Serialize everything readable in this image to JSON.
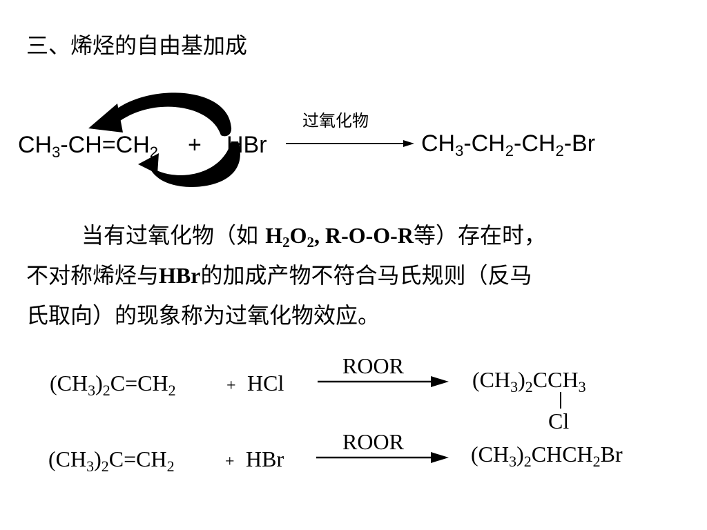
{
  "slide": {
    "title": "三、烯烃的自由基加成"
  },
  "reaction1": {
    "reactant_a": {
      "p1": "CH",
      "s1": "3",
      "p2": "-CH=CH",
      "s2": "2"
    },
    "plus": "+",
    "reactant_b": "HBr",
    "condition": "过氧化物",
    "product": {
      "p1": "CH",
      "s1": "3",
      "p2": "-CH",
      "s2": "2",
      "p3": "-CH",
      "s3": "2",
      "p4": "-Br"
    }
  },
  "paragraph": {
    "line1_a": "当有过氧化物（如",
    "line1_h": "H",
    "line1_h_sub": "2",
    "line1_o": "O",
    "line1_o_sub": "2",
    "line1_rest_bold": ", R-O-O-R",
    "line1_end": "等）存在时，",
    "line2_a": "不对称烯烃与",
    "line2_bold": "HBr",
    "line2_end": "的加成产物不符合马氏规则（反马",
    "line3": "氏取向）的现象称为过氧化物效应。"
  },
  "reaction2": {
    "reactant": {
      "p1": "(CH",
      "s1": "3",
      "p2": ")",
      "s2": "2",
      "p3": "C=CH",
      "s3": "2"
    },
    "plus": "+",
    "reagent": "HCl",
    "condition": "ROOR",
    "product": {
      "p1": "(CH",
      "s1": "3",
      "p2": ")",
      "s2": "2",
      "p3": "CCH",
      "s3": "3"
    },
    "substituent": "Cl"
  },
  "reaction3": {
    "reactant": {
      "p1": "(CH",
      "s1": "3",
      "p2": ")",
      "s2": "2",
      "p3": "C=CH",
      "s3": "2"
    },
    "plus": "+",
    "reagent": "HBr",
    "condition": "ROOR",
    "product": {
      "p1": "(CH",
      "s1": "3",
      "p2": ")",
      "s2": "2",
      "p3": "CHCH",
      "s3": "2",
      "p4": "Br"
    }
  }
}
